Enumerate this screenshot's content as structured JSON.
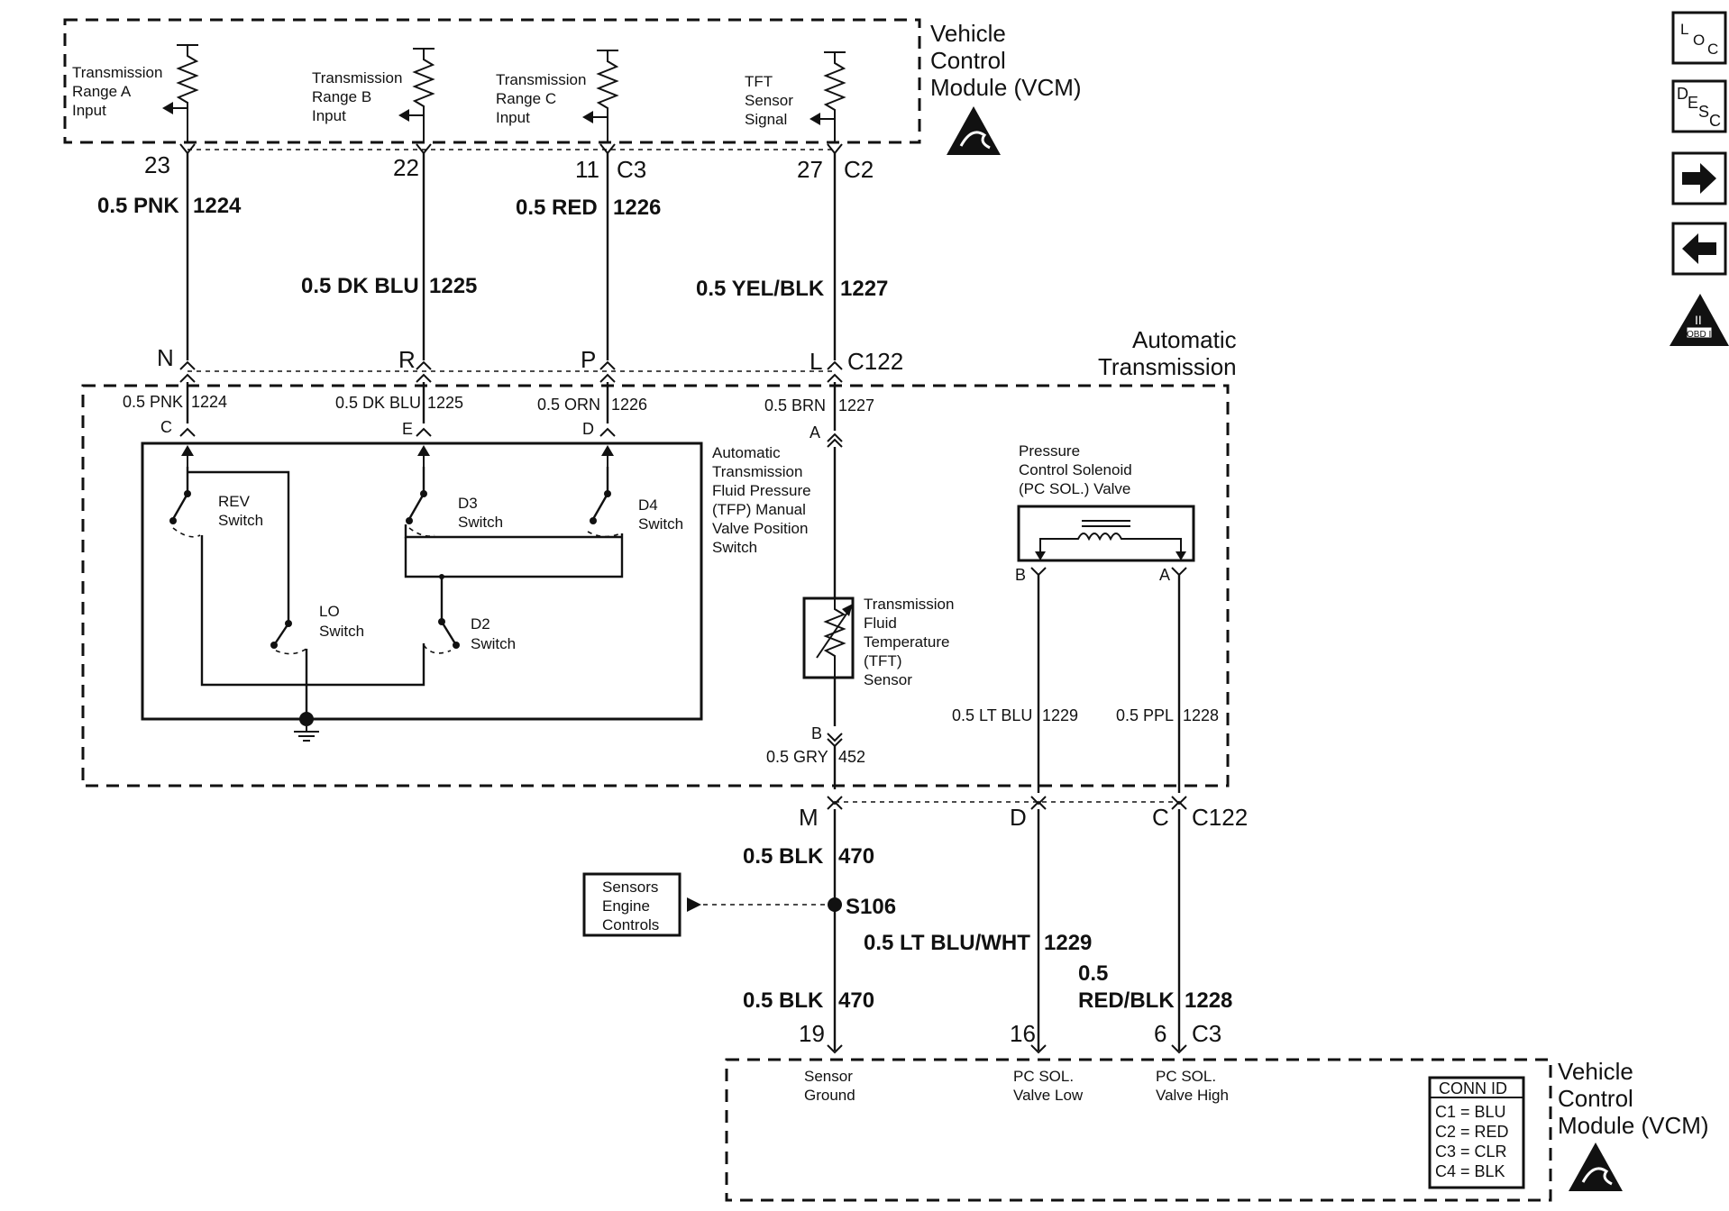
{
  "vcm_top": {
    "title_line1": "Vehicle",
    "title_line2": "Control",
    "title_line3": "Module (VCM)",
    "inputs": [
      {
        "l1": "Transmission",
        "l2": "Range A",
        "l3": "Input",
        "pin": "23"
      },
      {
        "l1": "Transmission",
        "l2": "Range B",
        "l3": "Input",
        "pin": "22"
      },
      {
        "l1": "Transmission",
        "l2": "Range C",
        "l3": "Input",
        "pin": "11"
      },
      {
        "l1": "TFT",
        "l2": "Sensor",
        "l3": "Signal",
        "pin": "27"
      }
    ],
    "conn_c3": "C3",
    "conn_c2": "C2"
  },
  "wires_upper": [
    {
      "color": "0.5 PNK",
      "circuit": "1224"
    },
    {
      "color": "0.5 DK BLU",
      "circuit": "1225"
    },
    {
      "color": "0.5 RED",
      "circuit": "1226"
    },
    {
      "color": "0.5 YEL/BLK",
      "circuit": "1227"
    }
  ],
  "c122_top": {
    "pins": [
      "N",
      "R",
      "P",
      "L"
    ],
    "name": "C122"
  },
  "transmission": {
    "title_line1": "Automatic",
    "title_line2": "Transmission"
  },
  "inner_wires": [
    {
      "color": "0.5 PNK",
      "circuit": "1224",
      "pin": "C"
    },
    {
      "color": "0.5 DK BLU",
      "circuit": "1225",
      "pin": "E"
    },
    {
      "color": "0.5 ORN",
      "circuit": "1226",
      "pin": "D"
    },
    {
      "color": "0.5 BRN",
      "circuit": "1227",
      "pin": "A"
    }
  ],
  "tfp_switch": {
    "lines": [
      "Automatic",
      "Transmission",
      "Fluid Pressure",
      "(TFP) Manual",
      "Valve Position",
      "Switch"
    ],
    "rev": [
      "REV",
      "Switch"
    ],
    "d3": [
      "D3",
      "Switch"
    ],
    "d4": [
      "D4",
      "Switch"
    ],
    "lo": [
      "LO",
      "Switch"
    ],
    "d2": [
      "D2",
      "Switch"
    ]
  },
  "tft_sensor": {
    "lines": [
      "Transmission",
      "Fluid",
      "Temperature",
      "(TFT)",
      "Sensor"
    ],
    "pin_b": "B",
    "wire_color": "0.5 GRY",
    "wire_circuit": "452"
  },
  "pc_solenoid": {
    "lines": [
      "Pressure",
      "Control Solenoid",
      "(PC SOL.) Valve"
    ],
    "pin_b": "B",
    "pin_a": "A",
    "wire_b_color": "0.5 LT BLU",
    "wire_b_circuit": "1229",
    "wire_a_color": "0.5 PPL",
    "wire_a_circuit": "1228"
  },
  "c122_bottom": {
    "pins": [
      "M",
      "D",
      "C"
    ],
    "name": "C122"
  },
  "wires_lower": {
    "blk_color": "0.5 BLK",
    "blk_circuit": "470",
    "splice": "S106",
    "sensors_box": [
      "Sensors",
      "Engine",
      "Controls"
    ],
    "ltblu_color": "0.5 LT BLU/WHT",
    "ltblu_circuit": "1229",
    "redblk_color1": "0.5",
    "redblk_color2": "RED/BLK",
    "redblk_circuit": "1228",
    "blk2_color": "0.5 BLK",
    "blk2_circuit": "470"
  },
  "vcm_bottom": {
    "pins": [
      "19",
      "16",
      "6"
    ],
    "conn": "C3",
    "labels": [
      {
        "l1": "Sensor",
        "l2": "Ground"
      },
      {
        "l1": "PC SOL.",
        "l2": "Valve Low"
      },
      {
        "l1": "PC SOL.",
        "l2": "Valve High"
      }
    ],
    "title_line1": "Vehicle",
    "title_line2": "Control",
    "title_line3": "Module (VCM)",
    "conn_id": {
      "title": "CONN ID",
      "rows": [
        "C1 = BLU",
        "C2 = RED",
        "C3 = CLR",
        "C4 = BLK"
      ]
    }
  },
  "sidebar": {
    "loc": {
      "a": "L",
      "b": "O",
      "c": "C"
    },
    "desc": {
      "a": "D",
      "b": "E",
      "c": "S",
      "d": "C"
    },
    "obd": {
      "mark": "II",
      "label": "OBD II"
    }
  }
}
